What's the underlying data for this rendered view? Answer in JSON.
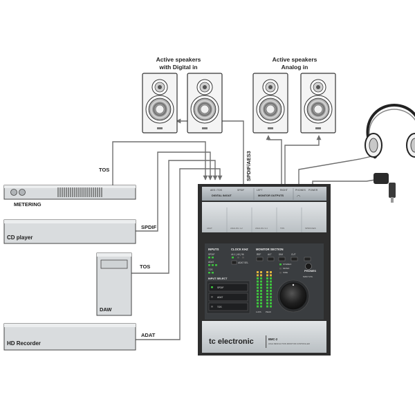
{
  "labels": {
    "digital_speakers_line1": "Active speakers",
    "digital_speakers_line2": "with Digital in",
    "analog_speakers_line1": "Active speakers",
    "analog_speakers_line2": "Analog in",
    "tos_top": "TOS",
    "spdif_aes3": "SPDIF/AES3",
    "spdif": "SPDIF",
    "tos_middle": "TOS",
    "adat": "ADAT"
  },
  "devices": {
    "metering": "METERING",
    "cd_player": "CD player",
    "daw": "DAW",
    "hd_recorder": "HD Recorder"
  },
  "bmc": {
    "top_connectors": {
      "aes_tos": "AES / TOS",
      "spdif": "SPDIF",
      "digital_in_out": "DIGITAL IN/OUT",
      "left": "LEFT",
      "right": "RIGHT",
      "monitor_outputs": "MONITOR OUTPUTS",
      "phones": "PHONES",
      "power": "POWER"
    },
    "slot_labels": [
      "ADAT",
      "ANALOG 1-2",
      "ANALOG 3-4",
      "TOS",
      "SPDIF/AES"
    ],
    "sections": {
      "inputs": "INPUTS",
      "clock": "CLOCK KHZ",
      "monitor": "MONITOR SECTION",
      "input_select": "INPUT SELECT",
      "phones": "PHONES"
    },
    "small_labels": {
      "spdif": "SPDIF",
      "adat": "ADAT",
      "tos": "TOS",
      "clock_rates": "44.1 | 48 | 96",
      "adat_sel": "ADAT SEL",
      "ref": "REF",
      "alt": "ALT",
      "dim": "DIM",
      "cut": "CUT",
      "stereo": "STEREO",
      "mono": "MONO",
      "side": "SIDE",
      "main_vol": "MAIN VOL",
      "lufs": "LUFS",
      "peak": "PEAK"
    },
    "select_buttons": [
      "SPDIF",
      "ADAT",
      "TOS"
    ],
    "brand": "tc electronic",
    "model": "BMC-2",
    "tagline": "HIGH RESOLUTION MONITOR CONTROLLER"
  },
  "colors": {
    "line": "#6e6e6e",
    "device_fill": "#d9dcde",
    "bmc_frame": "#2e2e2e",
    "bmc_panel": "#3a3d40",
    "led_green": "#3ec43e",
    "led_amber": "#e0b53c"
  }
}
